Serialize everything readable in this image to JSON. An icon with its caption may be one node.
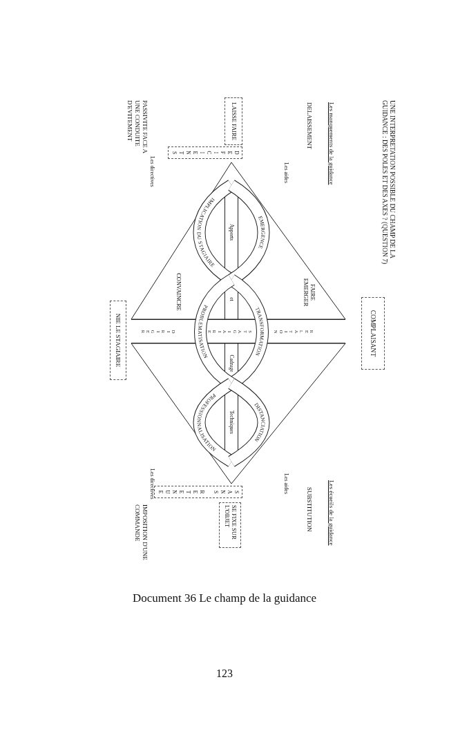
{
  "diagram": {
    "title": "UNE INTERPRETATION POSSIBLE DU CHAMP DE LA GUIDANCE : DES POLES ET DES AXES ? (QUESTION 7)",
    "caption": "Document 36 Le champ de la guidance",
    "nodes": [
      {
        "text": [
          "COMPLAISANT"
        ]
      },
      {
        "text": [
          "LAISSE FAIRE"
        ]
      },
      {
        "text": [
          "DEFICIENTS"
        ]
      },
      {
        "text": [
          "NIE LE STAGIAIRE"
        ]
      },
      {
        "text": [
          "SANS RETENUE"
        ]
      },
      {
        "text": [
          "SE FIXE SUR L'OBJET"
        ]
      },
      {
        "text": [
          "FAIRE EMERGER",
          "CONVAINCRE"
        ]
      },
      {
        "text": [],
        "shape": "triangle"
      },
      {
        "text": [
          "RELATION",
          "STAGIAIRE",
          "DIRIGER"
        ]
      }
    ],
    "labels": [
      "Les manquements de la guidance",
      "DELAISSEMENT",
      "Les aides",
      "Les écueils de la guidance",
      "SUBSTITUTION",
      "Les aides",
      "EMERGENCE",
      "TRANSFORMATION",
      "DISTANCIATION",
      "IMPLICATION DU STAGIAIRE",
      "PROBLEMATISATION",
      "PROFESSIONNALISATION",
      "Apports",
      "et",
      "Cadrage",
      "Techniques",
      "Les directives",
      "Les directives",
      "PASSIVITE FACE A UNE CONDUITE D'EVITEMENT",
      "IMPOSITION D'UNE COMMANDE",
      "123"
    ]
  }
}
